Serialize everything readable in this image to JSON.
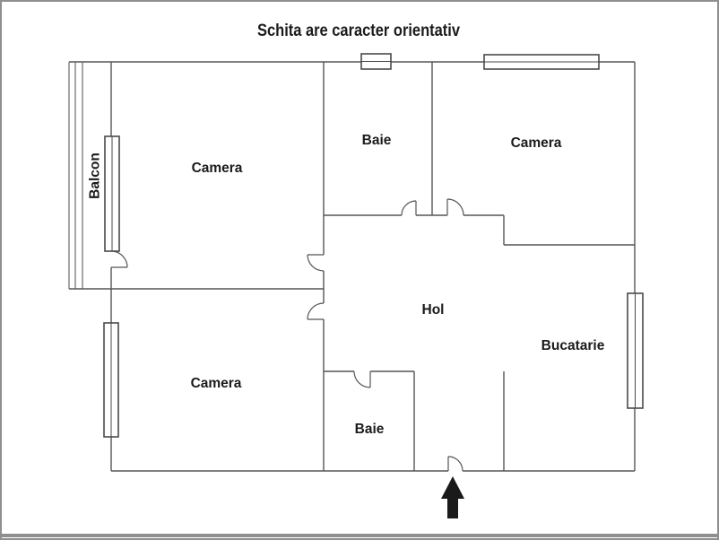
{
  "labels": {
    "title": "Schita are caracter orientativ",
    "balcon": "Balcon",
    "camera_top_left": "Camera",
    "baie_top": "Baie",
    "camera_top_right": "Camera",
    "hol": "Hol",
    "bucatarie": "Bucatarie",
    "camera_bottom_left": "Camera",
    "baie_bottom": "Baie"
  },
  "entrance": {
    "arrow_direction": "up"
  },
  "colors": {
    "wall": "#555555",
    "railing": "#6a6a6a",
    "window": "#4a4a4a",
    "text": "#1b1b1b",
    "arrow": "#1a1a1a",
    "frame": "#8f8f8f",
    "background": "#ffffff"
  }
}
